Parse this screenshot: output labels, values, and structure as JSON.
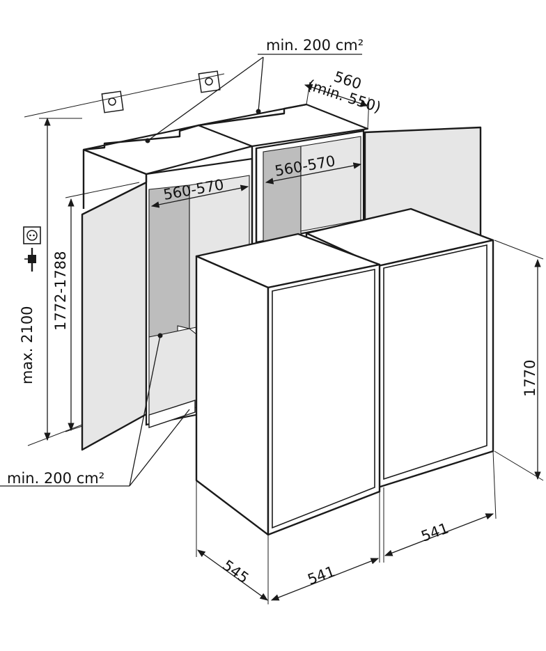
{
  "labels": {
    "top_vent": "min. 200 cm²",
    "bottom_vent": "min. 200 cm²",
    "depth_top": "560",
    "depth_top_min": "(min. 550)",
    "niche_width_left": "560-570",
    "niche_width_right": "560-570",
    "niche_height": "1772-1788",
    "max_height": "max. 2100",
    "appliance_height": "1770",
    "appliance_depth": "545",
    "width_front_left": "541",
    "width_front_right": "541"
  },
  "colors": {
    "line": "#1a1a1a",
    "panel_light": "#e6e6e6",
    "panel_mid": "#bdbdbd",
    "white": "#ffffff"
  },
  "icons": [
    "socket-icon",
    "power-plug-icon",
    "wall-anchor-icon"
  ]
}
